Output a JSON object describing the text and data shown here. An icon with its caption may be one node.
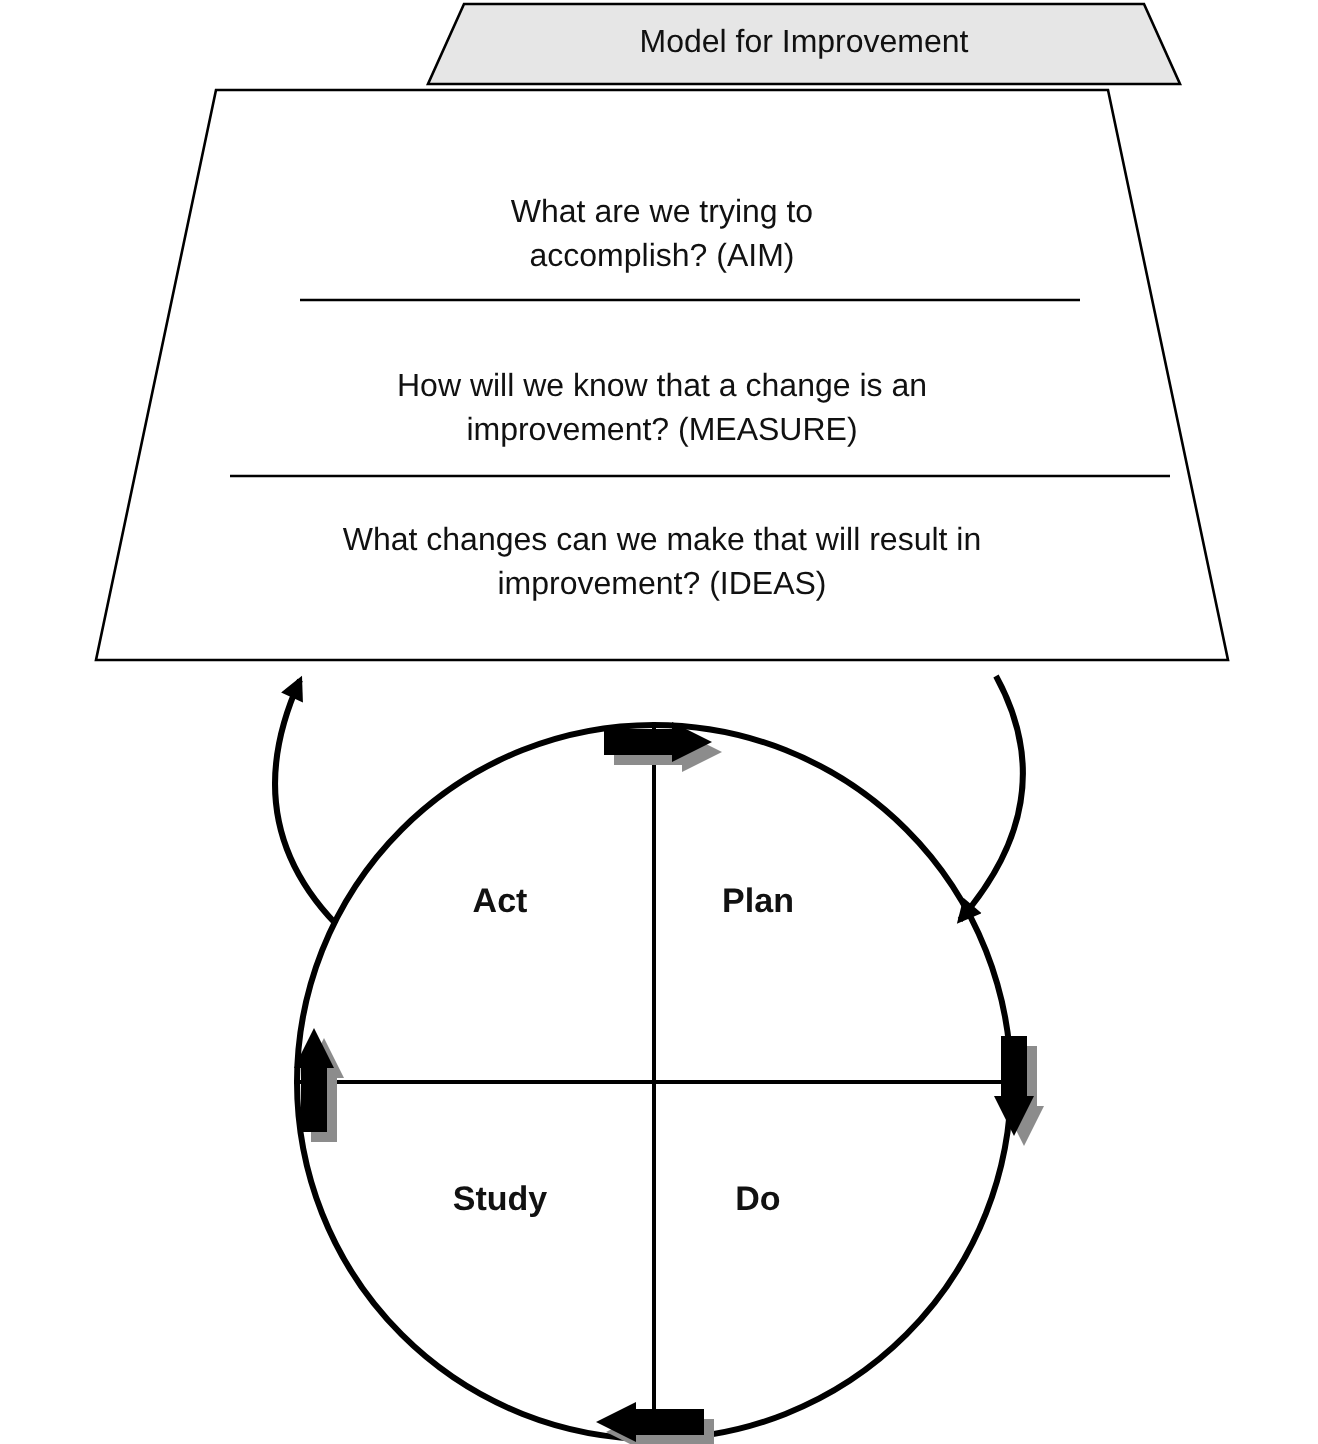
{
  "diagram": {
    "nodes": [
      {
        "text": [
          "Model for Improvement"
        ]
      },
      {
        "text": [
          "What are we trying to accomplish? (AIM)",
          "How will we know that a change is an improvement? (MEASURE)",
          "What changes can we make that will result in improvement? (IDEAS)"
        ]
      },
      {
        "text": [],
        "shape": "circle"
      },
      {
        "text": [
          "Act"
        ],
        "in": 2
      },
      {
        "text": [
          "Plan"
        ],
        "in": 2
      },
      {
        "text": [
          "Study"
        ],
        "in": 2
      },
      {
        "text": [
          "Do"
        ],
        "in": 2
      }
    ],
    "edges": [
      {
        "from": 3,
        "to": 1,
        "arrow": "to"
      },
      {
        "from": 1,
        "to": 4,
        "arrow": "to"
      },
      {
        "from": 3,
        "to": 4,
        "arrow": "to"
      },
      {
        "from": 4,
        "to": 6,
        "arrow": "to"
      },
      {
        "from": 6,
        "to": 5,
        "arrow": "to"
      },
      {
        "from": 5,
        "to": 3,
        "arrow": "to"
      }
    ]
  }
}
